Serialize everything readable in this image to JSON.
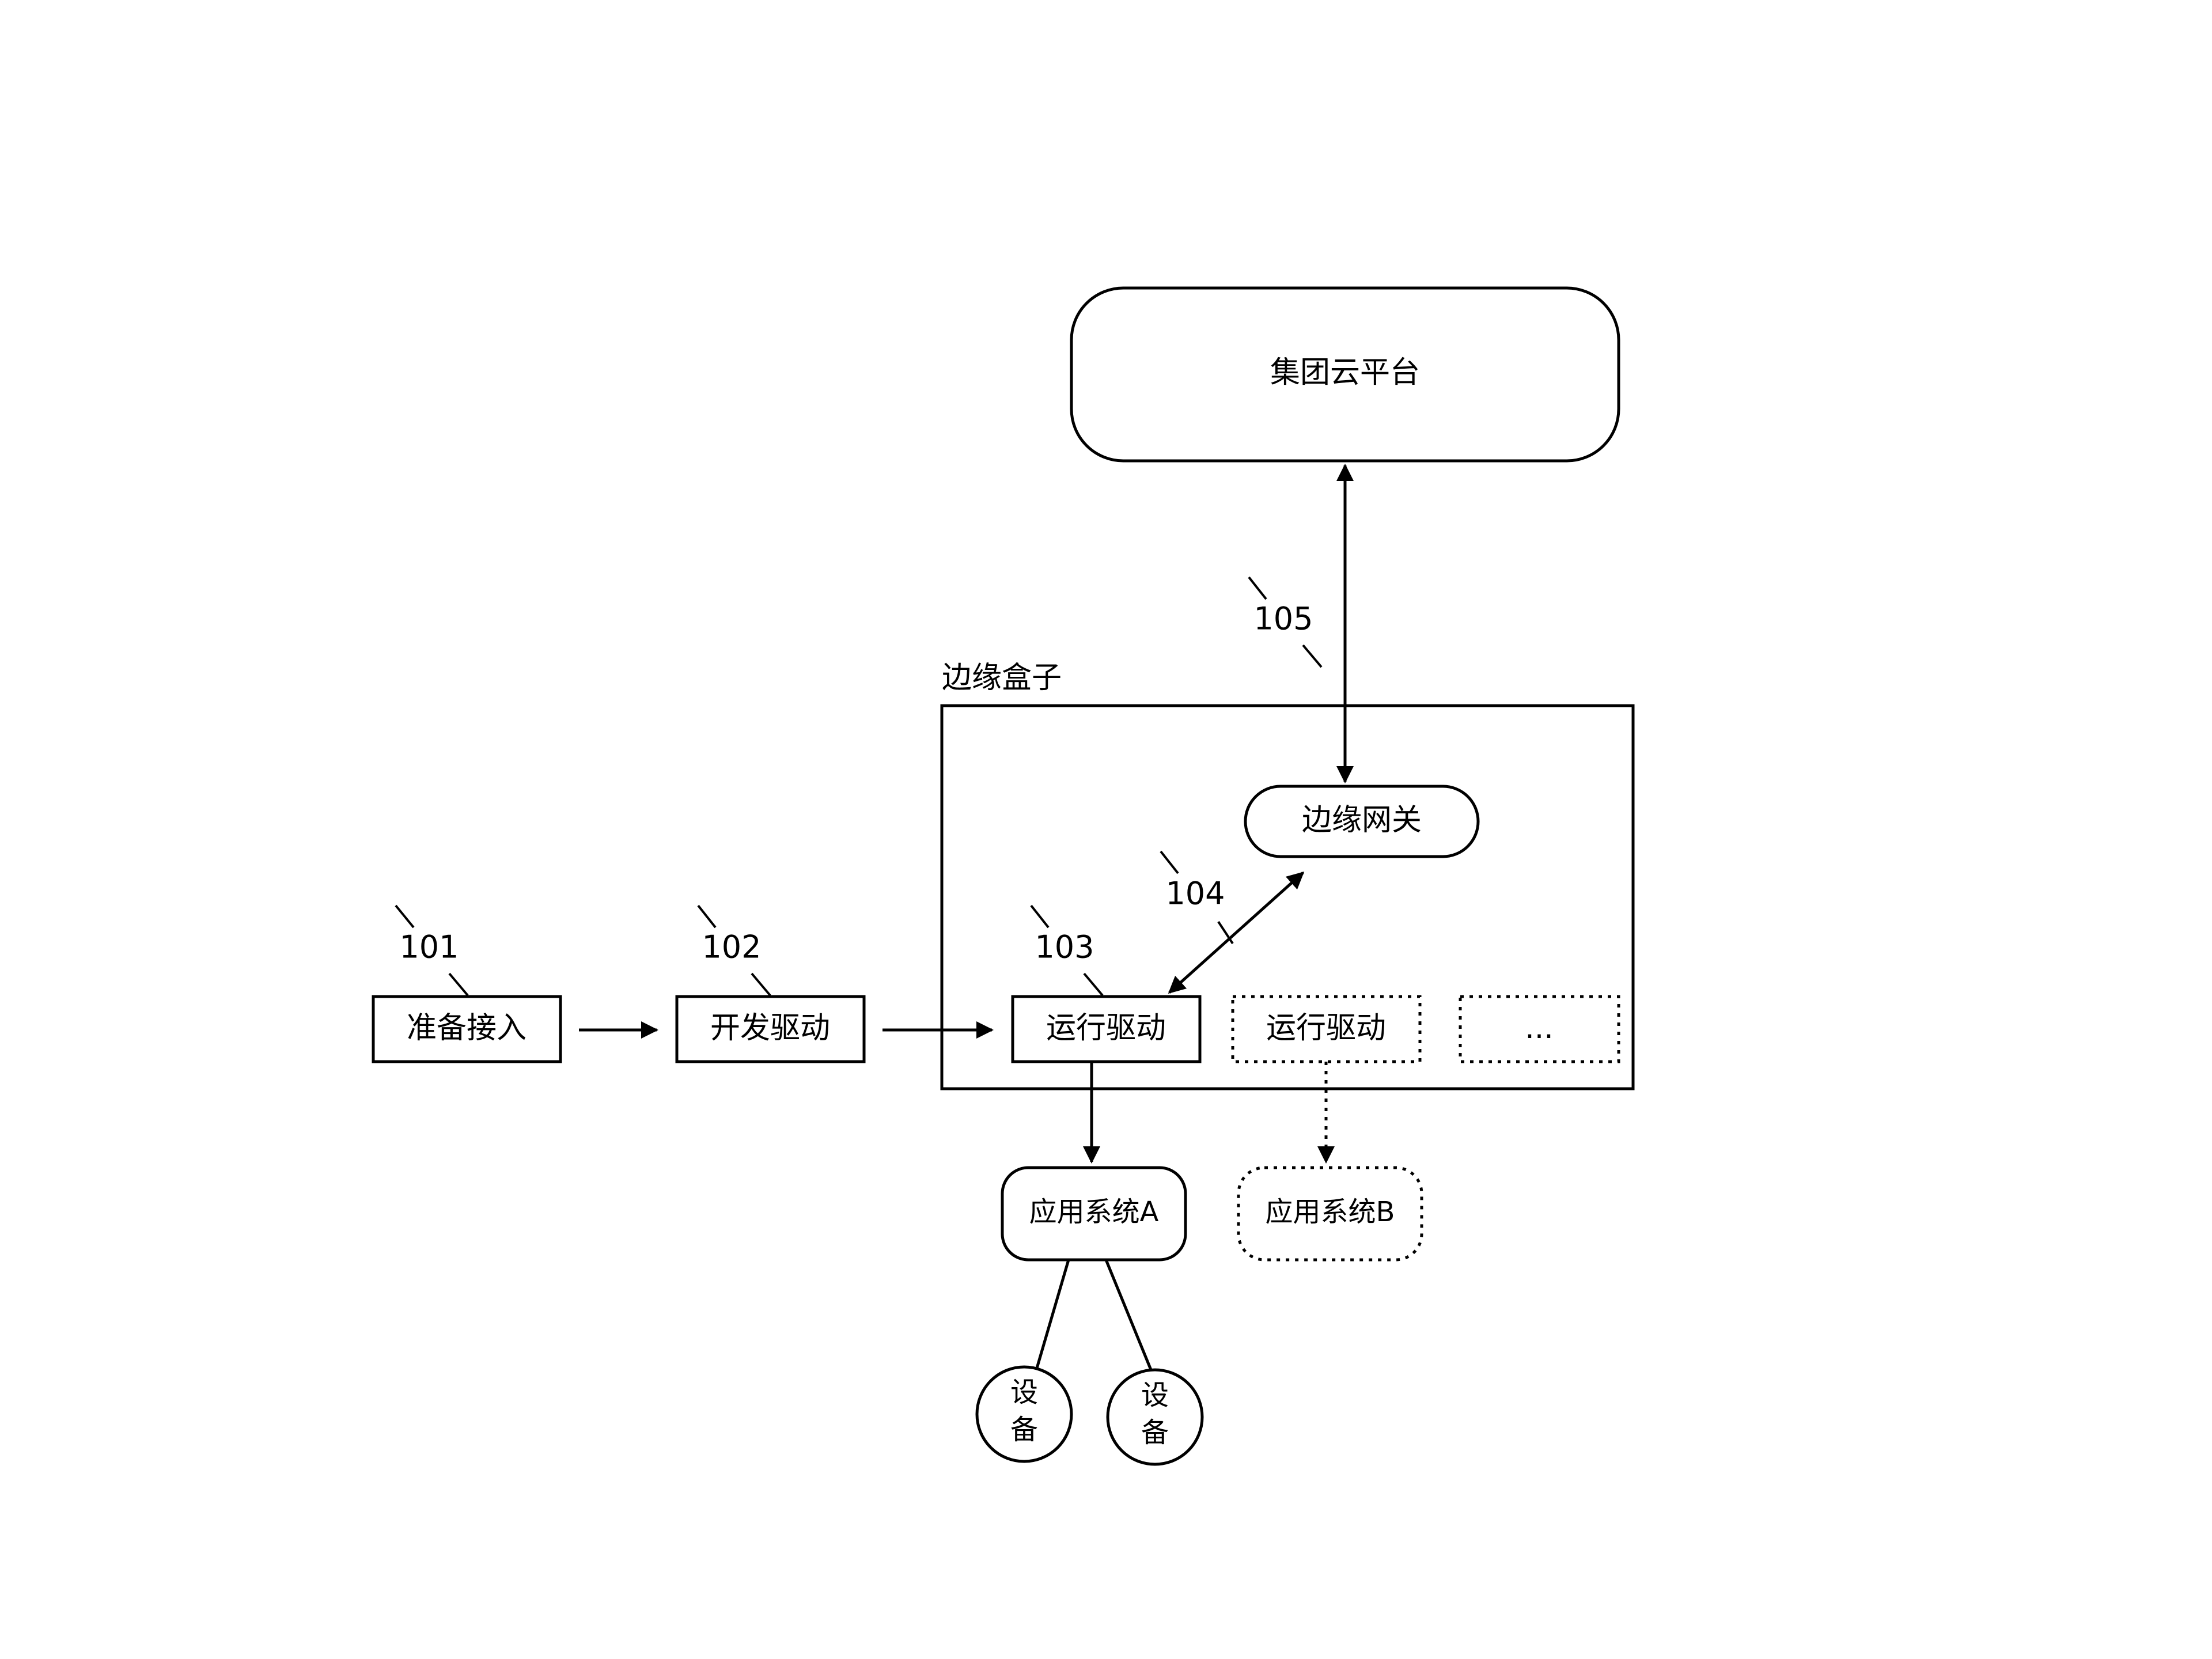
{
  "cloud": {
    "label": "集团云平台"
  },
  "edge_box": {
    "title": "边缘盒子"
  },
  "gateway": {
    "label": "边缘网关"
  },
  "steps": [
    {
      "ref": "101",
      "label": "准备接入"
    },
    {
      "ref": "102",
      "label": "开发驱动"
    },
    {
      "ref": "103",
      "label": "运行驱动"
    }
  ],
  "link_refs": {
    "gateway_driver": "104",
    "cloud_gateway": "105"
  },
  "extra_driver": {
    "label": "运行驱动"
  },
  "more": {
    "label": "..."
  },
  "app_a": {
    "label": "应用系统A"
  },
  "app_b": {
    "label": "应用系统B"
  },
  "devices": [
    {
      "line1": "设",
      "line2": "备"
    },
    {
      "line1": "设",
      "line2": "备"
    }
  ]
}
